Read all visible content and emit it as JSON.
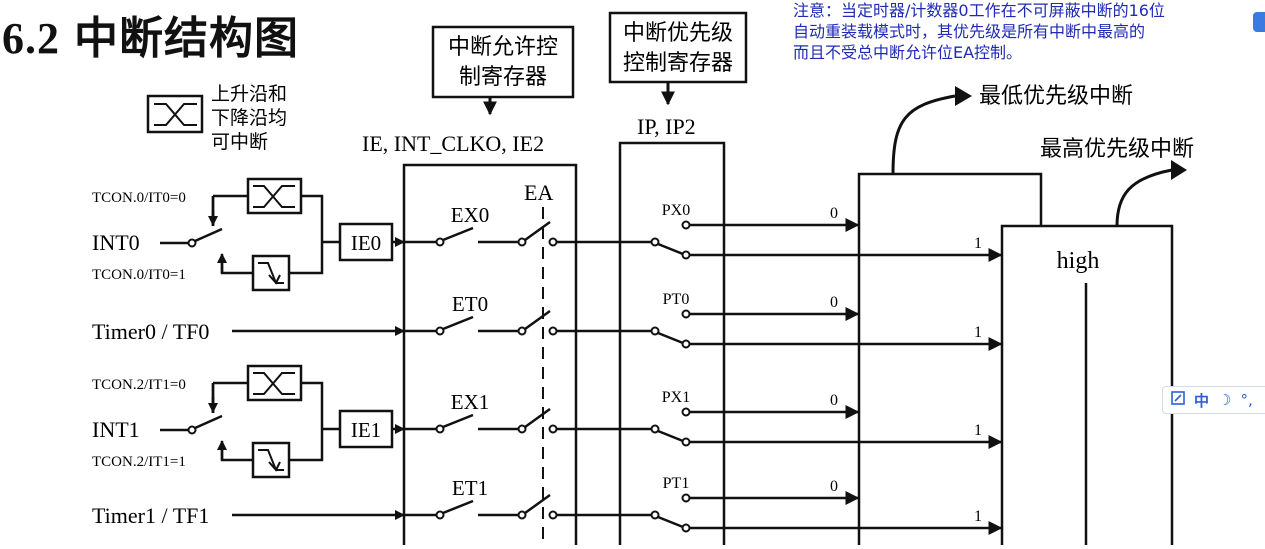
{
  "heading": {
    "number": "6.2",
    "title": "中断结构图"
  },
  "note": "注意：当定时器/计数器0工作在不可屏蔽中断的16位\n自动重装载模式时，其优先级是所有中断中最高的\n而且不受总中断允许位EA控制。",
  "legend": {
    "line1": "上升沿和",
    "line2": "下降沿均",
    "line3": "可中断"
  },
  "enable_register": {
    "line1": "中断允许控",
    "line2": "制寄存器",
    "names": "IE,  INT_CLKO,  IE2"
  },
  "priority_register": {
    "line1": "中断优先级",
    "line2": "控制寄存器",
    "names": "IP, IP2"
  },
  "outputs": {
    "low": "最低优先级中断",
    "high": "最高优先级中断",
    "high_box": "high"
  },
  "global_enable": "EA",
  "bit_values": {
    "zero": "0",
    "one": "1"
  },
  "sources": [
    {
      "input": "INT0",
      "top_label": "TCON.0/IT0=0",
      "bottom_label": "TCON.0/IT0=1",
      "flag": "IE0",
      "enable": "EX0",
      "priority": "PX0"
    },
    {
      "input": "Timer0 / TF0",
      "enable": "ET0",
      "priority": "PT0"
    },
    {
      "input": "INT1",
      "top_label": "TCON.2/IT1=0",
      "bottom_label": "TCON.2/IT1=1",
      "flag": "IE1",
      "enable": "EX1",
      "priority": "PX1"
    },
    {
      "input": "Timer1 / TF1",
      "enable": "ET1",
      "priority": "PT1"
    }
  ],
  "ime_toolbar": {
    "mode": "中",
    "moon": "☽",
    "punct": "°,"
  },
  "colors": {
    "line": "#111111",
    "note": "#1f2ab5",
    "ime": "#2b5fd9"
  }
}
